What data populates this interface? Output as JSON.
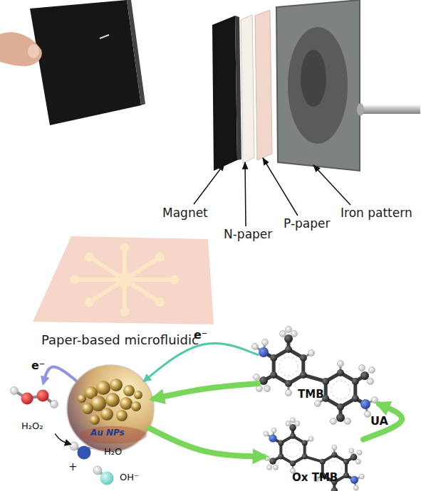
{
  "diagram": {
    "nodes": [
      {
        "text": [
          "Au NPs"
        ]
      },
      {
        "text": [
          "TMB"
        ]
      },
      {
        "text": [
          "Ox TMB"
        ]
      },
      {
        "text": [
          "H₂O₂"
        ]
      },
      {
        "text": [
          "H₂O"
        ]
      },
      {
        "text": [
          "OH⁻"
        ]
      }
    ],
    "edges": [
      {
        "from": 1,
        "to": 0,
        "arrow": "to",
        "label": "e⁻"
      },
      {
        "from": 1,
        "to": 0,
        "arrow": "to"
      },
      {
        "from": 0,
        "to": 2,
        "arrow": "to"
      },
      {
        "from": 2,
        "to": 1,
        "arrow": "to",
        "label": "UA"
      },
      {
        "from": 0,
        "to": 3,
        "arrow": "to",
        "label": "e⁻"
      },
      {
        "from": 3,
        "to": 4,
        "arrow": "to"
      }
    ],
    "labels": [
      "Magnet",
      "N-paper",
      "P-paper",
      "Iron pattern",
      "Paper-based microfluidic",
      "+"
    ]
  }
}
